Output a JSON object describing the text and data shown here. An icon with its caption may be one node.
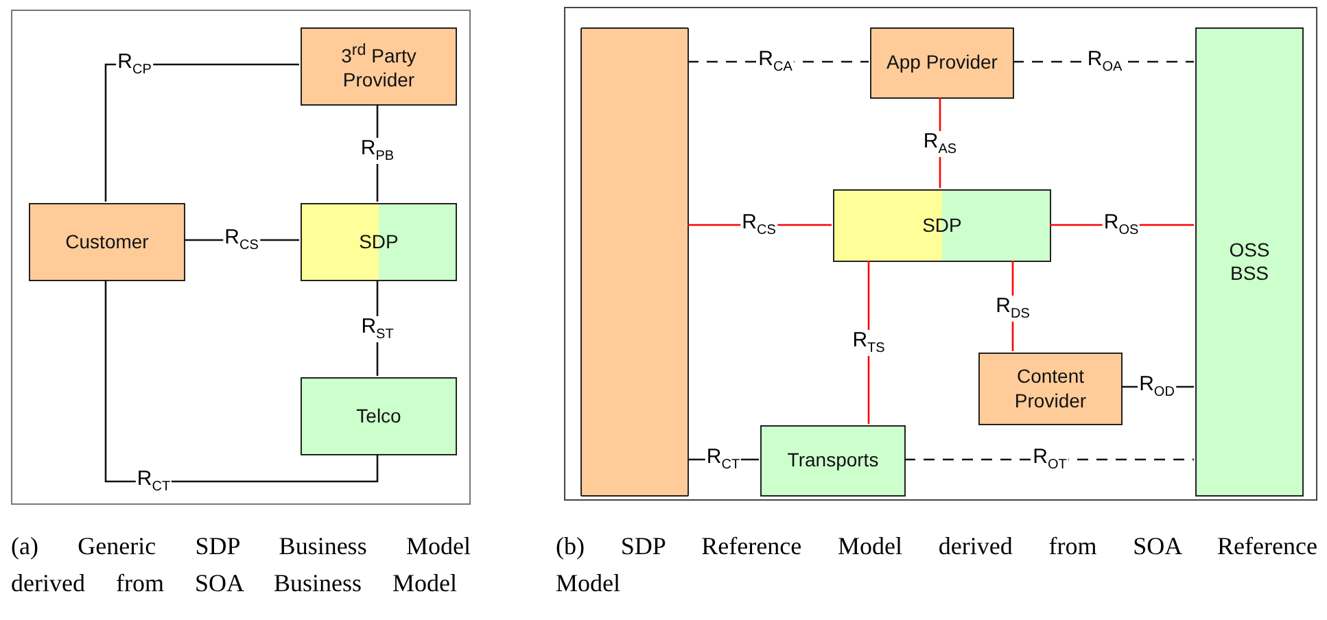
{
  "diagram": {
    "nodes": [
      {
        "text": [],
        "shape": "box",
        "beside": [
          "(a) Generic SDP Business Model derived from SOA Business Model"
        ]
      },
      {
        "text": [
          "3$^{rd}$ Party Provider"
        ],
        "in": 0
      },
      {
        "text": [
          "Customer"
        ],
        "in": 0
      },
      {
        "text": [
          "SDP"
        ],
        "in": 0
      },
      {
        "text": [
          "Telco"
        ],
        "in": 0
      },
      {
        "text": [],
        "shape": "box",
        "beside": [
          "(b) SDP Reference Model derived from SOA Reference Model"
        ]
      },
      {
        "text": [],
        "shape": "bar",
        "in": 5
      },
      {
        "text": [
          "App Provider"
        ],
        "in": 5
      },
      {
        "text": [
          "OSS BSS"
        ],
        "in": 5
      },
      {
        "text": [
          "SDP"
        ],
        "in": 5
      },
      {
        "text": [
          "Content Provider"
        ],
        "in": 5
      },
      {
        "text": [
          "Transports"
        ],
        "in": 5
      }
    ],
    "edges": [
      {
        "from": 2,
        "to": 1,
        "arrow": "none",
        "label": "R$_{CP}$"
      },
      {
        "from": 1,
        "to": 3,
        "arrow": "none",
        "label": "R$_{PB}$"
      },
      {
        "from": 2,
        "to": 3,
        "arrow": "none",
        "label": "R$_{CS}$"
      },
      {
        "from": 3,
        "to": 4,
        "arrow": "none",
        "label": "R$_{ST}$"
      },
      {
        "from": 2,
        "to": 4,
        "arrow": "none",
        "label": "R$_{CT}$"
      },
      {
        "from": 6,
        "to": 7,
        "arrow": "none",
        "label": "R$_{CA}$",
        "style": "dashed"
      },
      {
        "from": 7,
        "to": 8,
        "arrow": "none",
        "label": "R$_{OA}$",
        "style": "dashed"
      },
      {
        "from": 7,
        "to": 9,
        "arrow": "none",
        "label": "R$_{AS}$",
        "color": "#ff0000"
      },
      {
        "from": 6,
        "to": 9,
        "arrow": "none",
        "label": "R$_{CS}$",
        "color": "#ff0000"
      },
      {
        "from": 9,
        "to": 8,
        "arrow": "none",
        "label": "R$_{OS}$",
        "color": "#ff0000"
      },
      {
        "from": 9,
        "to": 11,
        "arrow": "none",
        "label": "R$_{TS}$",
        "color": "#ff0000"
      },
      {
        "from": 9,
        "to": 10,
        "arrow": "none",
        "label": "R$_{DS}$",
        "color": "#ff0000"
      },
      {
        "from": 10,
        "to": 8,
        "arrow": "none",
        "label": "R$_{OD}$"
      },
      {
        "from": 6,
        "to": 11,
        "arrow": "none",
        "label": "R$_{CT}$"
      },
      {
        "from": 11,
        "to": 8,
        "arrow": "none",
        "label": "R$_{OT}$",
        "style": "dashed"
      }
    ]
  }
}
